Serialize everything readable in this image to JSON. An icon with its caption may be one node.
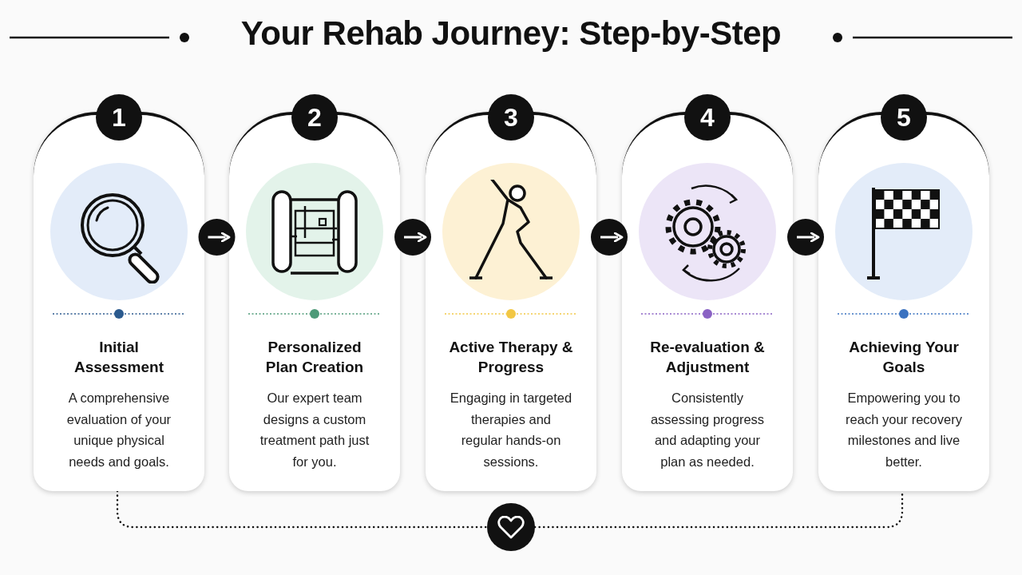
{
  "diagram": {
    "title": "Your Rehab Journey: Step-by-Step",
    "nodes": [
      {
        "text": [
          "Initial Assessment",
          "A comprehensive evaluation of your unique physical needs and goals."
        ]
      },
      {
        "text": [
          "Personalized Plan Creation",
          "Our expert team designs a custom treatment path just for you."
        ]
      },
      {
        "text": [
          "Active Therapy & Progress",
          "Engaging in targeted therapies and regular hands-on sessions."
        ]
      },
      {
        "text": [
          "Re-evaluation & Adjustment",
          "Consistently assessing progress and adapting your plan as needed."
        ]
      },
      {
        "text": [
          "Achieving Your Goals",
          "Empowering you to reach your recovery milestones and live better."
        ]
      },
      {
        "text": [
          "1"
        ]
      },
      {
        "text": [
          "2"
        ]
      },
      {
        "text": [
          "3"
        ]
      },
      {
        "text": [
          "4"
        ]
      },
      {
        "text": [
          "5"
        ]
      },
      {
        "text": [],
        "shape": "circle"
      }
    ],
    "edges": [
      {
        "from": 0,
        "to": 1,
        "arrow": "to"
      },
      {
        "from": 1,
        "to": 2,
        "arrow": "to"
      },
      {
        "from": 2,
        "to": 3,
        "arrow": "to"
      },
      {
        "from": 3,
        "to": 4,
        "arrow": "to"
      },
      {
        "from": 0,
        "to": 10,
        "arrow": "none",
        "style": "dashed",
        "color": "#111111"
      },
      {
        "from": 10,
        "to": 4,
        "arrow": "none",
        "style": "dashed",
        "color": "#111111"
      }
    ]
  }
}
